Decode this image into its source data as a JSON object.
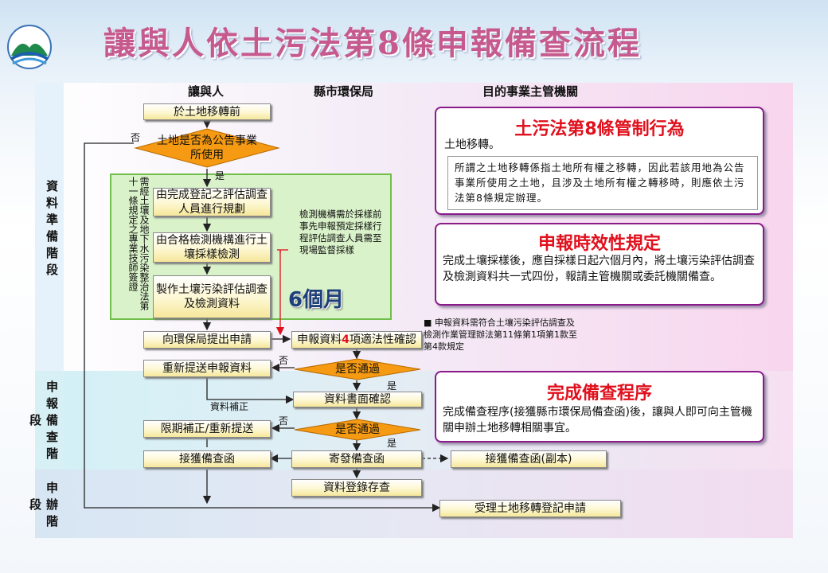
{
  "title": "讓與人依土污法第8條申報備查流程",
  "columns": {
    "transferor": "讓與人",
    "county_epb": "縣市環保局",
    "authority": "目的事業主管機關"
  },
  "stages": {
    "prepare": "資料準備階段",
    "report": "申報備查階段",
    "apply": "申辦階段"
  },
  "flow": {
    "before_transfer": "於土地移轉前",
    "decision_public_use": "土地是否為公告事業所使用",
    "no": "否",
    "yes": "是",
    "step_plan": "由完成登記之評估調查人員進行規劃",
    "step_sampling": "由合格檢測機構進行土壤採樣檢測",
    "step_report": "製作土壤污染評估調查及檢測資料",
    "vertical_note": "需經土壤及地下水污染整治法第十一條規定之專業技師簽證",
    "lab_note": "檢測機構需於採樣前事先申報預定採樣行程評估調查人員需至現場監督採樣",
    "six_months": "6個月",
    "submit_epb": "向環保局提出申請",
    "confirm_prefix": "申報資料",
    "confirm_num": "4",
    "confirm_suffix": "項適法性確認",
    "doc_note": "■ 申報資料需符合土壤污染評估調查及檢測作業管理辦法第11條第1項第1款至第4款規定",
    "resubmit": "重新提送申報資料",
    "decision_pass1": "是否通過",
    "doc_review": "資料書面確認",
    "supplement_note": "資料補正",
    "deadline_fix": "限期補正/重新提送",
    "decision_pass2": "是否通過",
    "receive_letter": "接獲備查函",
    "send_letter": "寄發備查函",
    "copy_letter": "接獲備查函(副本)",
    "archive": "資料登錄存查",
    "transfer_apply": "受理土地移轉登記申請"
  },
  "info": {
    "box1_title": "土污法第8條管制行為",
    "box1_lead": "土地移轉。",
    "box1_detail": "所謂之土地移轉係指土地所有權之移轉，因此若該用地為公告事業所使用之土地，且涉及土地所有權之轉移時，則應依土污法第8條規定辦理。",
    "box2_title": "申報時效性規定",
    "box2_text": "完成土壤採樣後，應自採樣日起六個月內，將土壤污染評估調查及檢測資料共一式四份，報請主管機關或委託機關備查。",
    "box3_title": "完成備查程序",
    "box3_text": "完成備查程序(接獲縣市環保局備查函)後，讓與人即可向主管機關申辦土地移轉相關事宜。"
  },
  "colors": {
    "accent_red": "#e0101d",
    "diamond": "#f59a12",
    "title_pink": "#c65a8e",
    "frame_purple": "#8b1a8b"
  }
}
